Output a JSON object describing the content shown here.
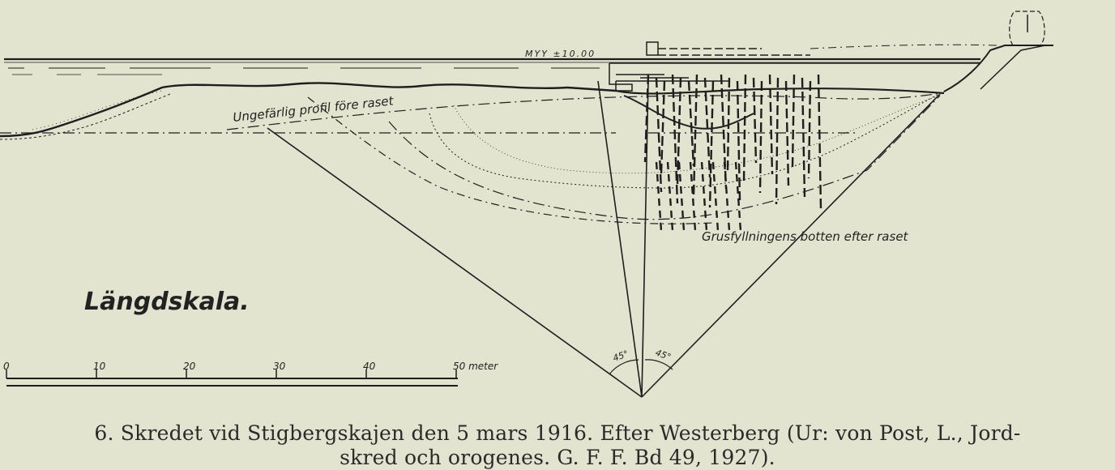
{
  "figure": {
    "mhw_label": "MYY ±10.00",
    "profile_before_label": "Ungefärlig profil före raset",
    "gravel_bottom_label": "Grusfyllningens botten efter raset",
    "angle_left": "45°",
    "angle_right": "45°",
    "scale": {
      "title": "Längdskala.",
      "ticks": [
        "0",
        "10",
        "20",
        "30",
        "40",
        "50 meter"
      ]
    }
  },
  "caption": {
    "line1": "6.   Skredet vid Stigbergskajen den 5 mars 1916.  Efter Westerberg (Ur: von Post, L., Jord-",
    "line2": "skred och orogenes. G. F. F. Bd 49, 1927)."
  },
  "colors": {
    "paper": "#e3e4cf",
    "ink": "#1e1e1e"
  }
}
